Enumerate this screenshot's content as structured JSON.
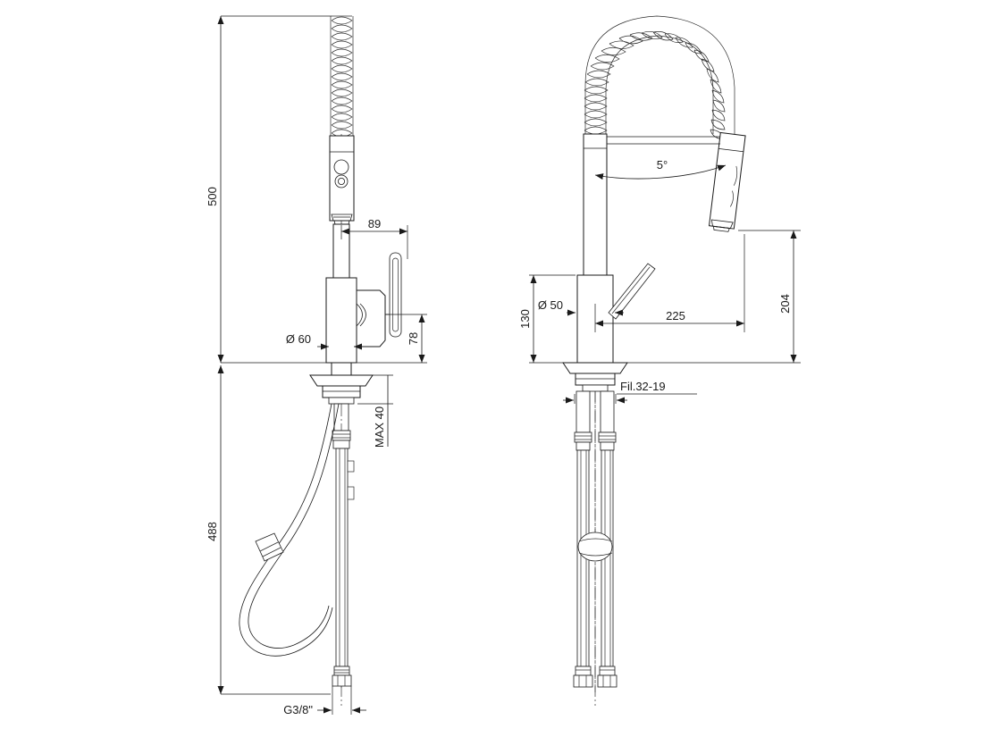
{
  "document": {
    "type": "technical-drawing",
    "subject": "Kitchen mixer tap with pull-out spring spray head",
    "background_color": "#ffffff",
    "line_color": "#1a1a1a",
    "views": [
      "front-elevation",
      "side-elevation"
    ]
  },
  "dimensions": {
    "overall_height_above_deck": "500",
    "hose_length_below_deck": "488",
    "spout_offset": "89",
    "handle_height": "78",
    "base_diameter": "Ø 60",
    "max_deck_thickness": "MAX 40",
    "inlet_thread": "G3/8\"",
    "body_diameter": "Ø 50",
    "body_height": "130",
    "spout_reach": "225",
    "spray_head_height": "204",
    "spray_angle": "5°",
    "mounting_thread": "Fil.32-19"
  },
  "labels": [
    {
      "id": "h500",
      "text": "500",
      "orientation": "vertical"
    },
    {
      "id": "h488",
      "text": "488",
      "orientation": "vertical"
    },
    {
      "id": "d89",
      "text": "89",
      "orientation": "horizontal"
    },
    {
      "id": "d78",
      "text": "78",
      "orientation": "vertical"
    },
    {
      "id": "d60",
      "text": "Ø 60",
      "orientation": "horizontal"
    },
    {
      "id": "dmax40",
      "text": "MAX 40",
      "orientation": "vertical"
    },
    {
      "id": "g38",
      "text": "G3/8\"",
      "orientation": "horizontal"
    },
    {
      "id": "d50",
      "text": "Ø 50",
      "orientation": "horizontal"
    },
    {
      "id": "d130",
      "text": "130",
      "orientation": "vertical"
    },
    {
      "id": "d225",
      "text": "225",
      "orientation": "horizontal"
    },
    {
      "id": "d204",
      "text": "204",
      "orientation": "vertical"
    },
    {
      "id": "a5",
      "text": "5°",
      "orientation": "horizontal"
    },
    {
      "id": "fil",
      "text": "Fil.32-19",
      "orientation": "horizontal"
    }
  ]
}
